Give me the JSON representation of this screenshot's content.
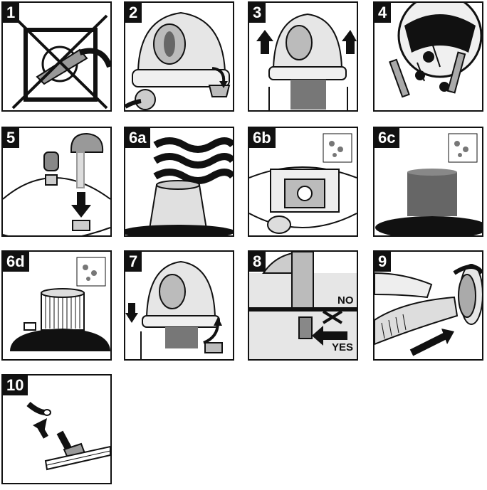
{
  "steps": [
    {
      "label": "1"
    },
    {
      "label": "2"
    },
    {
      "label": "3"
    },
    {
      "label": "4"
    },
    {
      "label": "5"
    },
    {
      "label": "6a"
    },
    {
      "label": "6b"
    },
    {
      "label": "6c"
    },
    {
      "label": "6d"
    },
    {
      "label": "7"
    },
    {
      "label": "8",
      "no_text": "NO",
      "yes_text": "YES"
    },
    {
      "label": "9"
    },
    {
      "label": "10"
    }
  ],
  "colors": {
    "ink": "#111111",
    "gray": "#777777",
    "light": "#d8d8d8"
  }
}
